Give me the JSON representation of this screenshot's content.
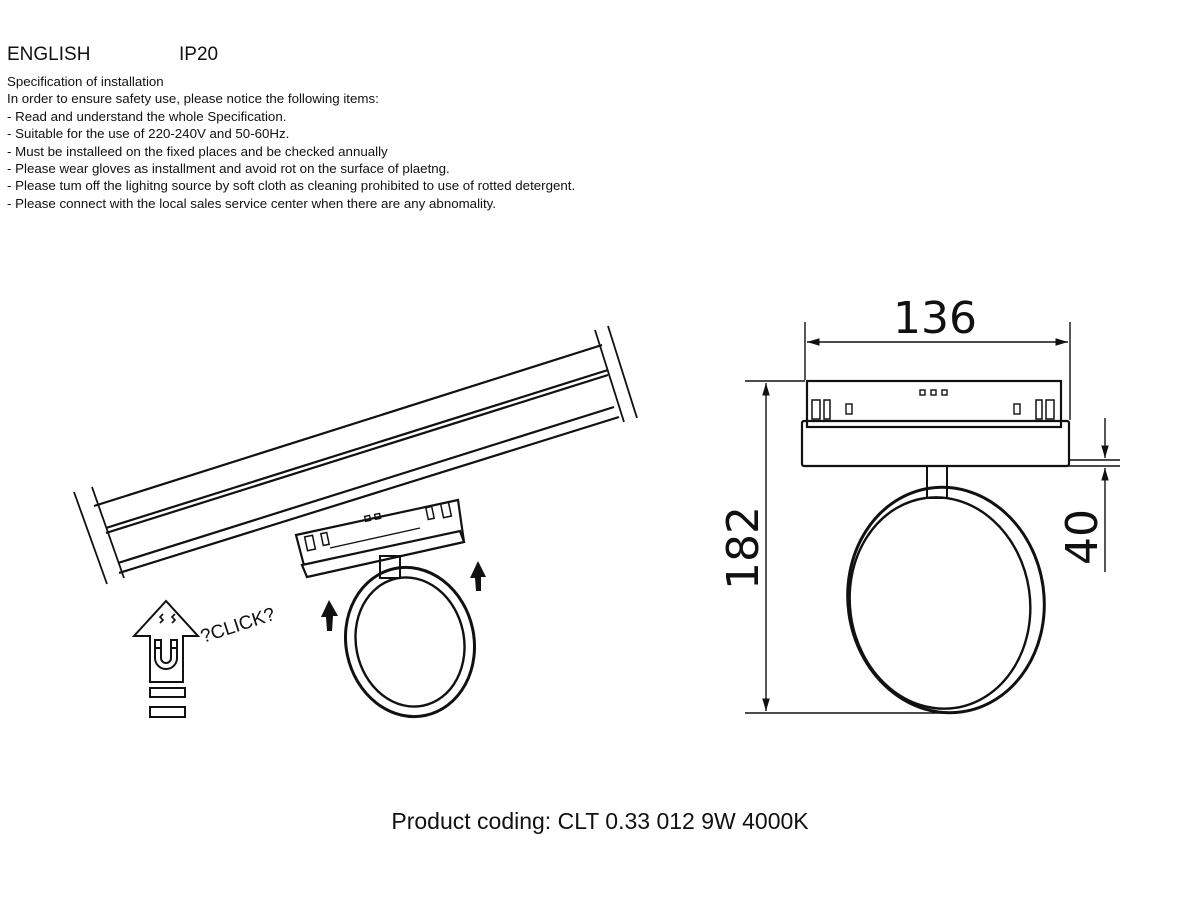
{
  "header": {
    "language": "ENGLISH",
    "ip_rating": "IP20"
  },
  "instructions": {
    "title": "Specification of installation",
    "intro": "In order to ensure safety use, please notice the following items:",
    "items": [
      "- Read and understand the whole Specification.",
      "- Suitable for the use of 220-240V and 50-60Hz.",
      "- Must be installeed on the fixed places and be checked annually",
      "- Please wear gloves as installment and avoid rot on the surface of plaetng.",
      "- Please tum off the lighitng source by soft cloth as cleaning prohibited to use of rotted detergent.",
      "- Please connect with the local sales service center when there are any abnomality."
    ]
  },
  "diagram": {
    "click_label": "?CLICK?",
    "dimensions": {
      "width": "136",
      "height": "182",
      "depth": "40"
    }
  },
  "footer": {
    "product_coding": "Product coding: CLT 0.33 012 9W 4000K"
  }
}
